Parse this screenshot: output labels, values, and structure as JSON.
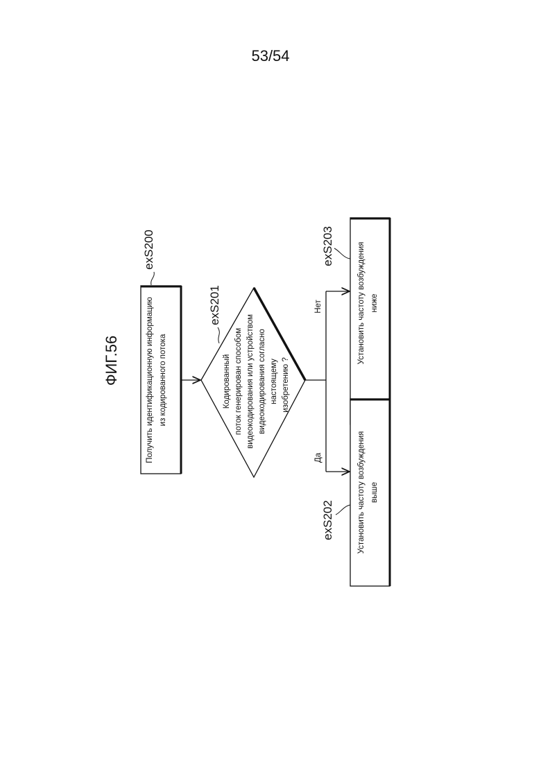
{
  "page_number": "53/54",
  "figure_title": "ФИГ.56",
  "steps": {
    "s200": {
      "id": "exS200",
      "lines": [
        "Получить идентификационную информацию",
        "из кодированного потока"
      ]
    },
    "s201": {
      "id": "exS201",
      "lines": [
        "Кодированный",
        "поток генерирован способом",
        "видеокодирования или устройством",
        "видеокодирования согласно",
        "настоящему",
        "изобретению ?"
      ]
    },
    "s202": {
      "id": "exS202",
      "lines": [
        "Установить частоту возбуждения",
        "выше"
      ]
    },
    "s203": {
      "id": "exS203",
      "lines": [
        "Установить частоту возбуждения",
        "ниже"
      ]
    }
  },
  "branches": {
    "yes": "Да",
    "no": "Нет"
  }
}
